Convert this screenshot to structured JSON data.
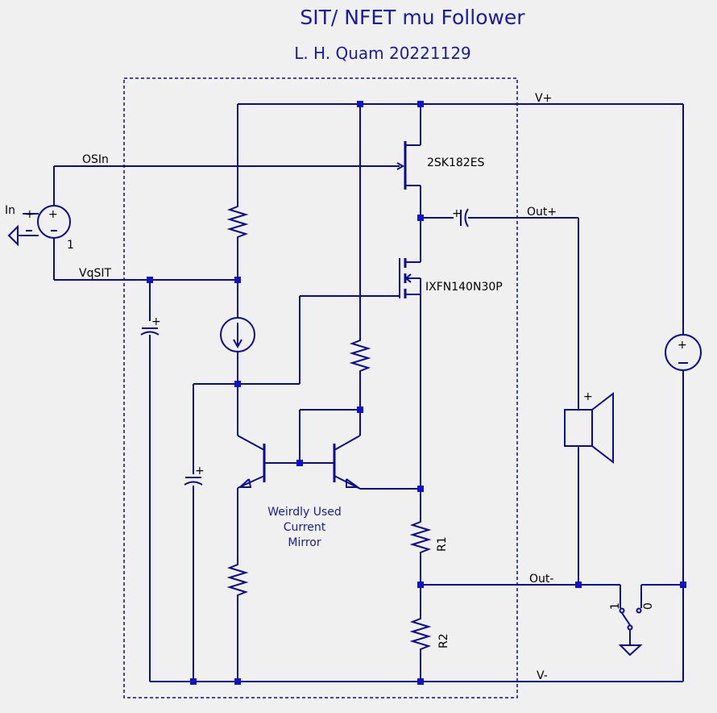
{
  "title": "SIT/ NFET mu Follower",
  "subtitle": "L. H. Quam  20221129",
  "nets": {
    "vplus": "V+",
    "vminus": "V-",
    "osin": "OSIn",
    "vqsit": "VqSIT",
    "in": "In",
    "outplus": "Out+",
    "outminus": "Out-"
  },
  "components": {
    "sit": "2SK182ES",
    "nfet": "IXFN140N30P",
    "r1": "R1",
    "r2": "R2",
    "source_index": "1",
    "switch_pos1": "1",
    "switch_pos0": "0",
    "speaker_plus": "+"
  },
  "note": [
    "Weirdly Used",
    "Current",
    "Mirror"
  ]
}
